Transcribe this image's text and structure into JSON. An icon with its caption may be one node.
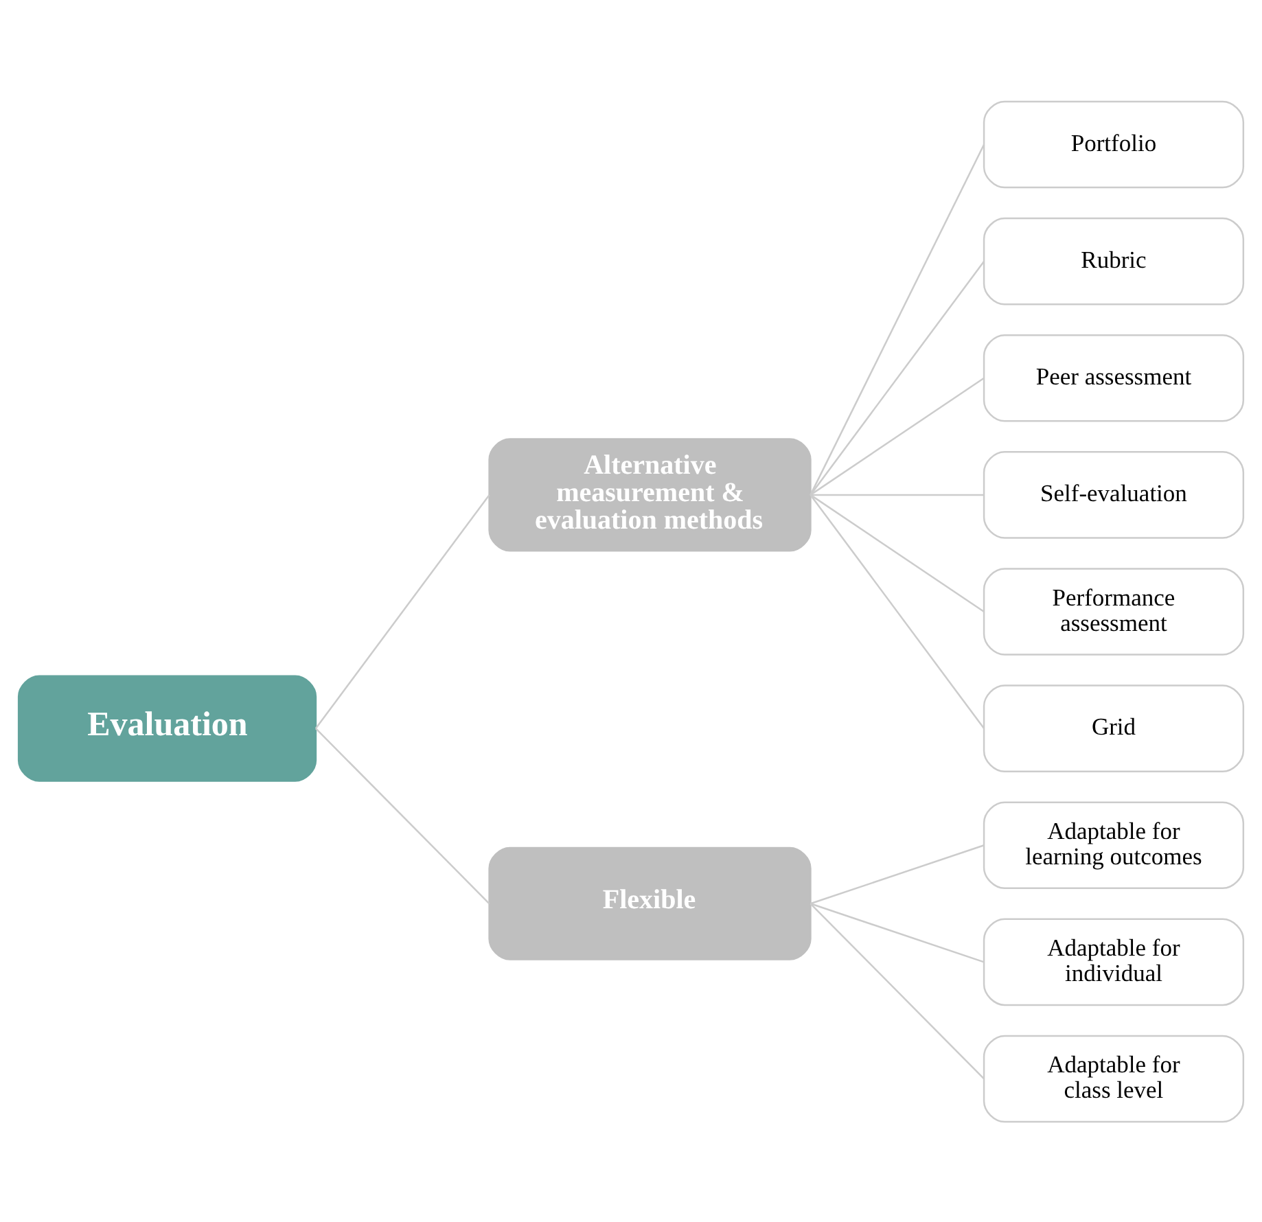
{
  "diagram": {
    "nodes": [
      {
        "text": [
          "Evaluation"
        ]
      },
      {
        "text": [
          "Alternative measurement & evaluation methods"
        ]
      },
      {
        "text": [
          "Flexible"
        ]
      },
      {
        "text": [
          "Portfolio"
        ]
      },
      {
        "text": [
          "Rubric"
        ]
      },
      {
        "text": [
          "Peer assessment"
        ]
      },
      {
        "text": [
          "Self-evaluation"
        ]
      },
      {
        "text": [
          "Performance assessment"
        ]
      },
      {
        "text": [
          "Grid"
        ]
      },
      {
        "text": [
          "Adaptable for learning outcomes"
        ]
      },
      {
        "text": [
          "Adaptable for individual"
        ]
      },
      {
        "text": [
          "Adaptable for class level"
        ]
      }
    ],
    "edges": [
      {
        "from": 0,
        "to": 1,
        "arrow": "none"
      },
      {
        "from": 0,
        "to": 2,
        "arrow": "none"
      },
      {
        "from": 1,
        "to": 3,
        "arrow": "none"
      },
      {
        "from": 1,
        "to": 4,
        "arrow": "none"
      },
      {
        "from": 1,
        "to": 5,
        "arrow": "none"
      },
      {
        "from": 1,
        "to": 6,
        "arrow": "none"
      },
      {
        "from": 1,
        "to": 7,
        "arrow": "none"
      },
      {
        "from": 1,
        "to": 8,
        "arrow": "none"
      },
      {
        "from": 2,
        "to": 9,
        "arrow": "none"
      },
      {
        "from": 2,
        "to": 10,
        "arrow": "none"
      },
      {
        "from": 2,
        "to": 11,
        "arrow": "none"
      }
    ]
  }
}
